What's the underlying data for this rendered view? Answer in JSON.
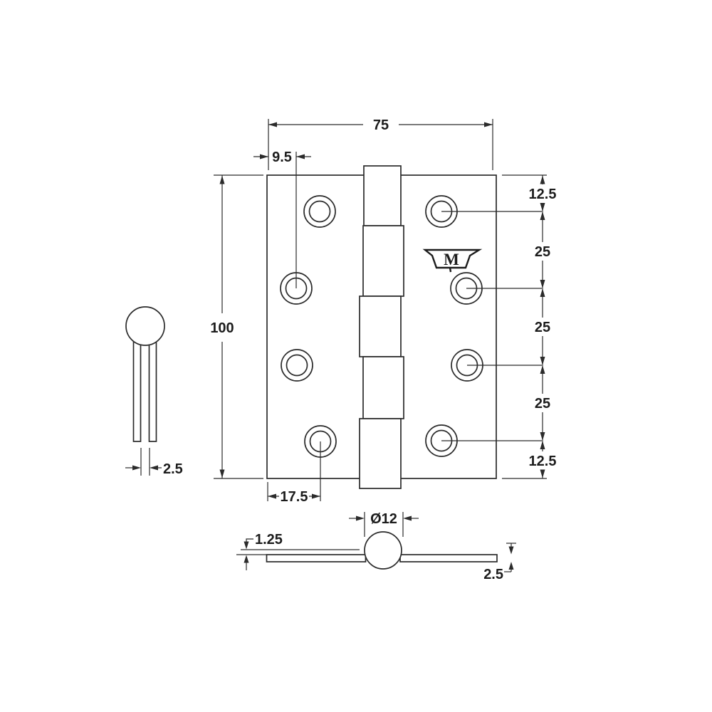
{
  "colors": {
    "line": "#2b2b2b",
    "background": "#ffffff"
  },
  "front_view": {
    "width": "75",
    "hole_edge_offset_top": "9.5",
    "height": "100",
    "hole_edge_offset_bottom": "17.5",
    "hole_spacing": [
      "12.5",
      "25",
      "25",
      "25",
      "12.5"
    ],
    "logo_letter": "M"
  },
  "side_view": {
    "knuckle_diameter": "Ø12",
    "leaf_gap": "1.25",
    "leaf_thickness": "2.5"
  },
  "pin_detail": {
    "gap": "2.5"
  }
}
